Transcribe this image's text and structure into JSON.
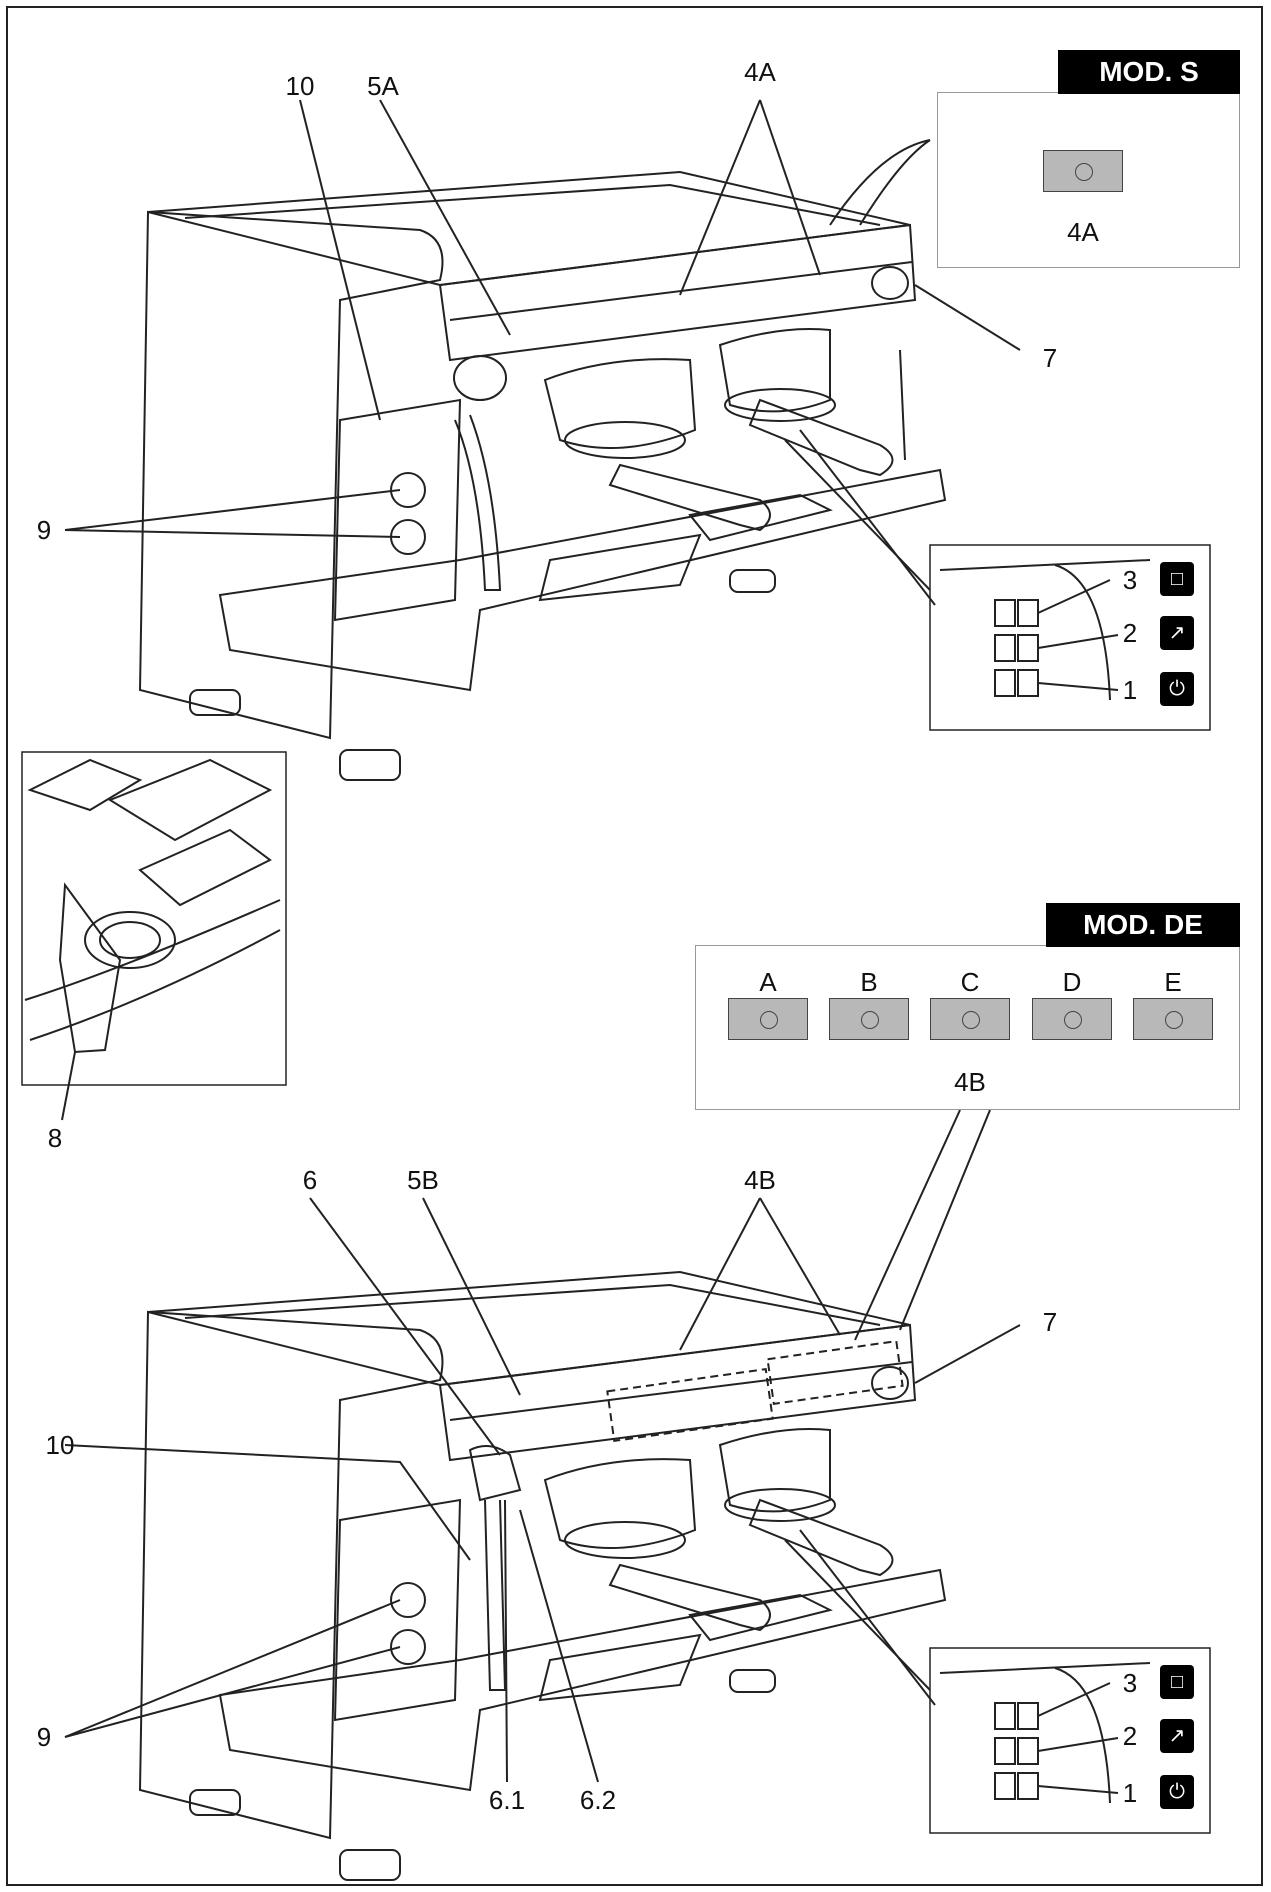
{
  "models": {
    "s": {
      "badge": "MOD. S",
      "button_label": "4A"
    },
    "de": {
      "badge": "MOD. DE",
      "keys": [
        "A",
        "B",
        "C",
        "D",
        "E"
      ],
      "keys_label": "4B"
    }
  },
  "top_view": {
    "callouts": {
      "c10": "10",
      "c5a": "5A",
      "c4a": "4A",
      "c7": "7",
      "c9": "9",
      "c3": "3",
      "c2": "2",
      "c1": "1"
    }
  },
  "detail_view": {
    "callouts": {
      "c8": "8"
    }
  },
  "bottom_view": {
    "callouts": {
      "c6": "6",
      "c5b": "5B",
      "c4b": "4B",
      "c7": "7",
      "c10": "10",
      "c9": "9",
      "c61": "6.1",
      "c62": "6.2",
      "c3": "3",
      "c2": "2",
      "c1": "1"
    }
  },
  "icons": [
    "cup-icon",
    "steam-icon",
    "power-icon"
  ]
}
